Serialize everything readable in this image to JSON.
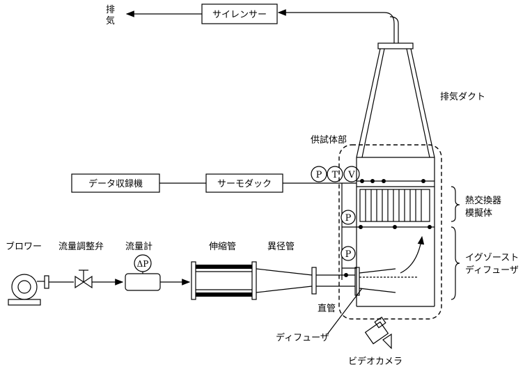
{
  "labels": {
    "exhaust_line1": "排",
    "exhaust_line2": "気",
    "silencer": "サイレンサー",
    "exhaust_duct": "排気ダクト",
    "test_section": "供試体部",
    "data_recorder": "データ収録機",
    "thermodac": "サーモダック",
    "gauge_p": "P",
    "gauge_t": "T",
    "gauge_v": "V",
    "heat_exchanger_line1": "熱交換器",
    "heat_exchanger_line2": "模擬体",
    "exhaust_diffuser_line1": "イグゾースト",
    "exhaust_diffuser_line2": "ディフューザ",
    "blower": "ブロワー",
    "flow_valve": "流量調整弁",
    "flowmeter": "流量計",
    "delta_p": "ΔP",
    "expansion_pipe": "伸縮管",
    "reducer": "異径管",
    "straight_pipe": "直管",
    "diffuser": "ディフューザ",
    "video_camera": "ビデオカメラ"
  }
}
